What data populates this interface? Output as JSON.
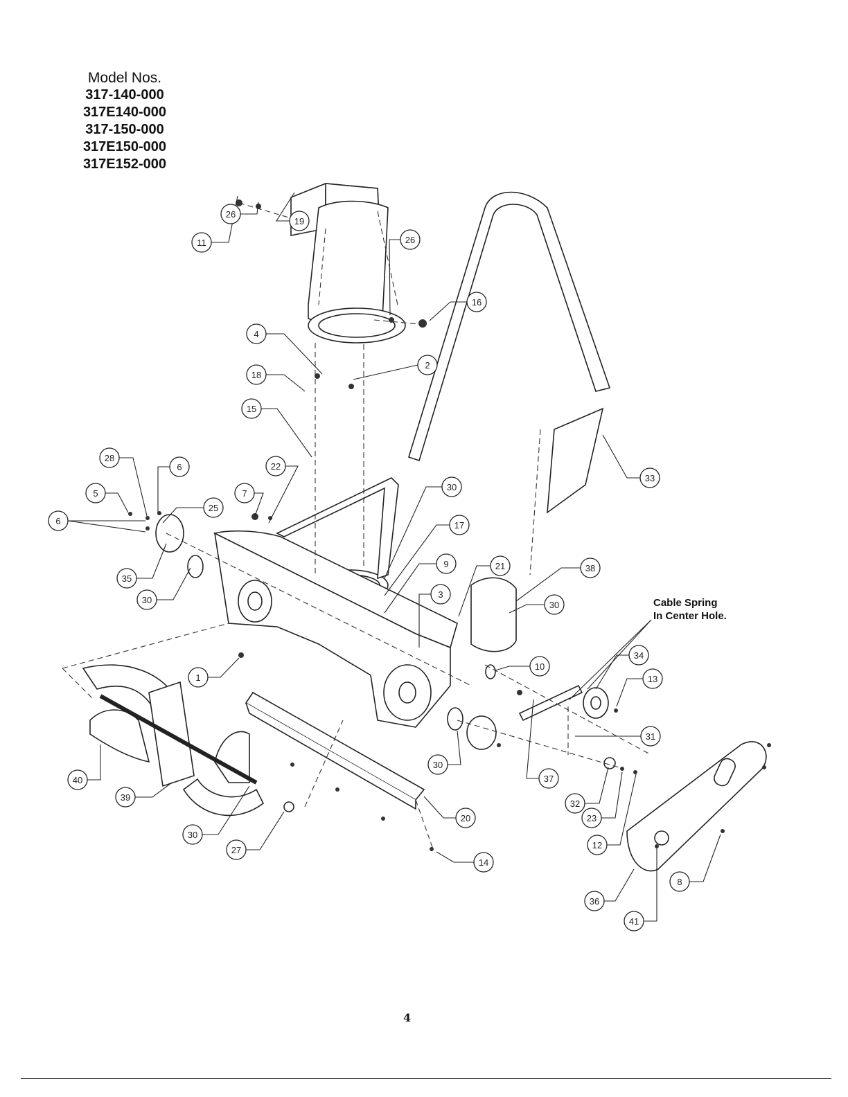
{
  "header": {
    "label": "Model Nos.",
    "models": [
      "317-140-000",
      "317E140-000",
      "317-150-000",
      "317E150-000",
      "317E152-000"
    ]
  },
  "note": {
    "line1": "Cable Spring",
    "line2": "In Center Hole."
  },
  "callouts": [
    {
      "id": "c-26a",
      "label": "26"
    },
    {
      "id": "c-19",
      "label": "19"
    },
    {
      "id": "c-11",
      "label": "11"
    },
    {
      "id": "c-26b",
      "label": "26"
    },
    {
      "id": "c-16",
      "label": "16"
    },
    {
      "id": "c-4",
      "label": "4"
    },
    {
      "id": "c-2",
      "label": "2"
    },
    {
      "id": "c-18",
      "label": "18"
    },
    {
      "id": "c-15",
      "label": "15"
    },
    {
      "id": "c-33",
      "label": "33"
    },
    {
      "id": "c-28",
      "label": "28"
    },
    {
      "id": "c-6a",
      "label": "6"
    },
    {
      "id": "c-22",
      "label": "22"
    },
    {
      "id": "c-5",
      "label": "5"
    },
    {
      "id": "c-25",
      "label": "25"
    },
    {
      "id": "c-7",
      "label": "7"
    },
    {
      "id": "c-30a",
      "label": "30"
    },
    {
      "id": "c-17",
      "label": "17"
    },
    {
      "id": "c-6b",
      "label": "6"
    },
    {
      "id": "c-9",
      "label": "9"
    },
    {
      "id": "c-21",
      "label": "21"
    },
    {
      "id": "c-38",
      "label": "38"
    },
    {
      "id": "c-35",
      "label": "35"
    },
    {
      "id": "c-3",
      "label": "3"
    },
    {
      "id": "c-30b",
      "label": "30"
    },
    {
      "id": "c-30c",
      "label": "30"
    },
    {
      "id": "c-34",
      "label": "34"
    },
    {
      "id": "c-1",
      "label": "1"
    },
    {
      "id": "c-10",
      "label": "10"
    },
    {
      "id": "c-13",
      "label": "13"
    },
    {
      "id": "c-31",
      "label": "31"
    },
    {
      "id": "c-40",
      "label": "40"
    },
    {
      "id": "c-30d",
      "label": "30"
    },
    {
      "id": "c-37",
      "label": "37"
    },
    {
      "id": "c-39",
      "label": "39"
    },
    {
      "id": "c-32",
      "label": "32"
    },
    {
      "id": "c-23",
      "label": "23"
    },
    {
      "id": "c-20",
      "label": "20"
    },
    {
      "id": "c-30e",
      "label": "30"
    },
    {
      "id": "c-12",
      "label": "12"
    },
    {
      "id": "c-27",
      "label": "27"
    },
    {
      "id": "c-14",
      "label": "14"
    },
    {
      "id": "c-8",
      "label": "8"
    },
    {
      "id": "c-36",
      "label": "36"
    },
    {
      "id": "c-41",
      "label": "41"
    }
  ],
  "page_number": "4"
}
